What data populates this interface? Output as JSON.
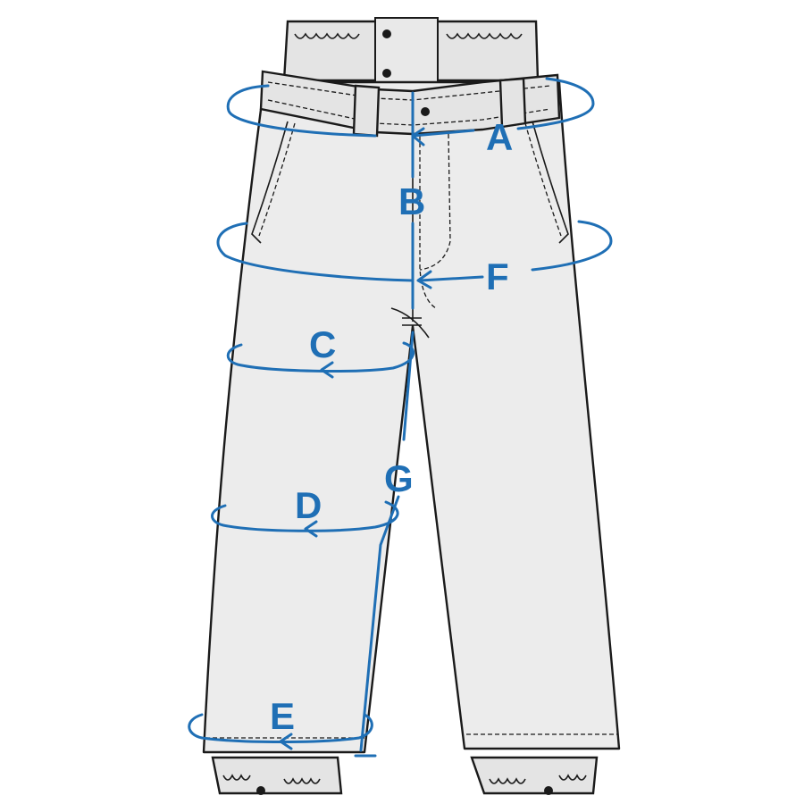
{
  "colors": {
    "measure": "#1f6fb5",
    "outline": "#1a1a1a",
    "fabric": "#ececec",
    "background": "#ffffff"
  },
  "labels": {
    "a": "A",
    "b": "B",
    "c": "C",
    "d": "D",
    "e": "E",
    "f": "F",
    "g": "G"
  }
}
